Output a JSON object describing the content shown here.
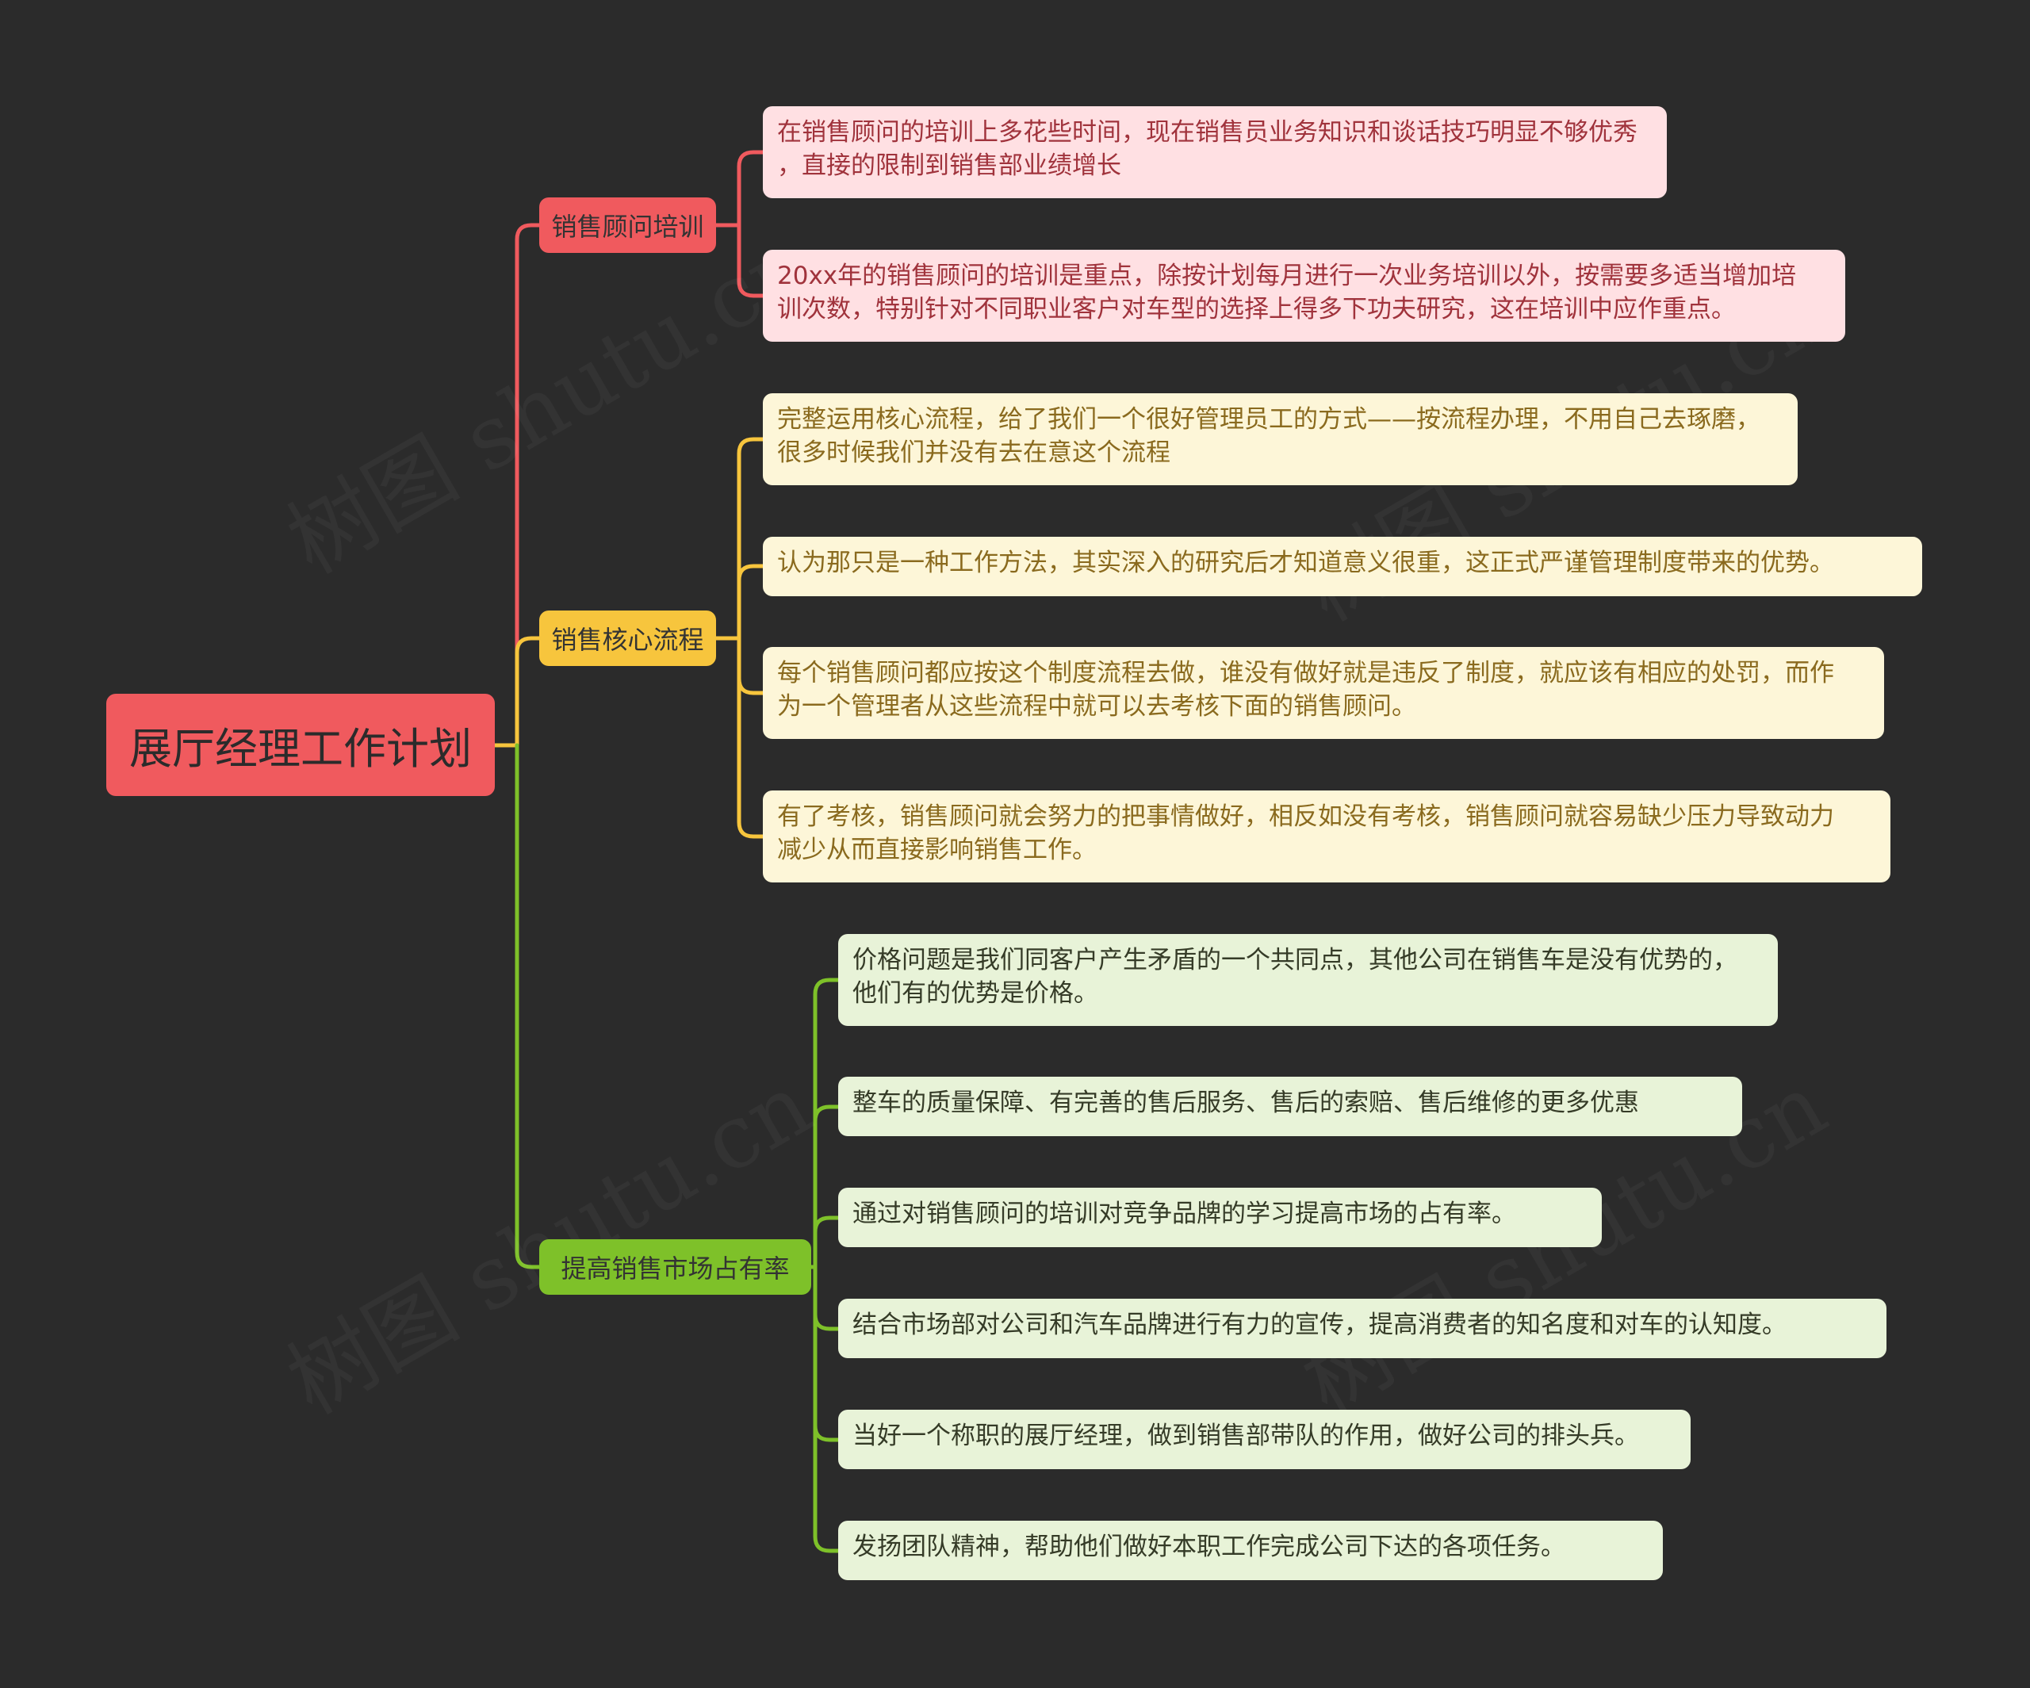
{
  "root": {
    "label": "展厅经理工作计划",
    "color": "#f05a5e"
  },
  "branches": [
    {
      "label": "销售顾问培训",
      "color": "#f05a5e",
      "items": [
        [
          "在销售顾问的培训上多花些时间，现在销售员业务知识和谈话技巧明显不够优秀",
          "，直接的限制到销售部业绩增长"
        ],
        [
          "20xx年的销售顾问的培训是重点，除按计划每月进行一次业务培训以外，按需要多适当增加培",
          "训次数，特别针对不同职业客户对车型的选择上得多下功夫研究，这在培训中应作重点。"
        ]
      ]
    },
    {
      "label": "销售核心流程",
      "color": "#f7c53d",
      "items": [
        [
          "完整运用核心流程，给了我们一个很好管理员工的方式——按流程办理，不用自己去琢磨，",
          "很多时候我们并没有去在意这个流程"
        ],
        [
          "认为那只是一种工作方法，其实深入的研究后才知道意义很重，这正式严谨管理制度带来的优势。"
        ],
        [
          "每个销售顾问都应按这个制度流程去做，谁没有做好就是违反了制度，就应该有相应的处罚，而作",
          "为一个管理者从这些流程中就可以去考核下面的销售顾问。"
        ],
        [
          "有了考核，销售顾问就会努力的把事情做好，相反如没有考核，销售顾问就容易缺少压力导致动力",
          "减少从而直接影响销售工作。"
        ]
      ]
    },
    {
      "label": "提高销售市场占有率",
      "color": "#7ec129",
      "items": [
        [
          "价格问题是我们同客户产生矛盾的一个共同点，其他公司在销售车是没有优势的，",
          "他们有的优势是价格。"
        ],
        [
          "整车的质量保障、有完善的售后服务、售后的索赔、售后维修的更多优惠"
        ],
        [
          "通过对销售顾问的培训对竞争品牌的学习提高市场的占有率。"
        ],
        [
          "结合市场部对公司和汽车品牌进行有力的宣传，提高消费者的知名度和对车的认知度。"
        ],
        [
          "当好一个称职的展厅经理，做到销售部带队的作用，做好公司的排头兵。"
        ],
        [
          "发扬团队精神，帮助他们做好本职工作完成公司下达的各项任务。"
        ]
      ]
    }
  ]
}
